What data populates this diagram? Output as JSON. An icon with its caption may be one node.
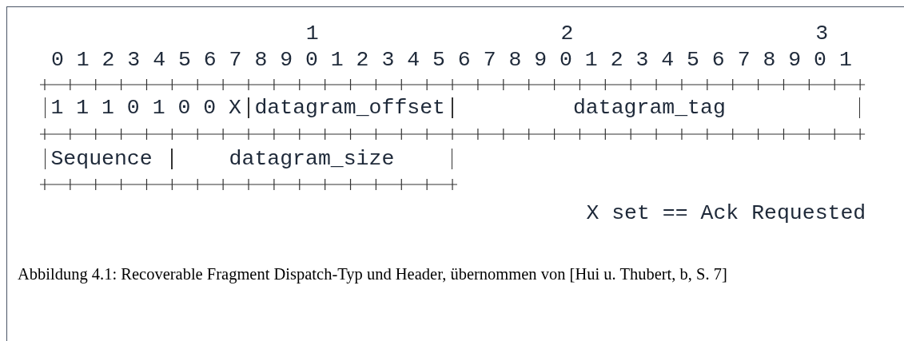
{
  "diagram": {
    "caption": "Abbildung 4.1: Recoverable Fragment Dispatch-Typ und Header, übernommen von [Hui u. Thubert, b, S. 7]",
    "nodes": [
      {
        "text": [
          "1 1 1 0 1 0 0 X"
        ]
      },
      {
        "text": [
          "datagram_offset"
        ]
      },
      {
        "text": [
          "datagram_tag"
        ]
      },
      {
        "text": [
          "Sequence"
        ]
      },
      {
        "text": [
          "datagram_size"
        ]
      }
    ],
    "labels": [
      "1",
      "2",
      "3",
      "0 1 2 3 4 5 6 7 8 9 0 1 2 3 4 5 6 7 8 9 0 1 2 3 4 5 6 7 8 9 0 1",
      "X set == Ack Requested"
    ]
  }
}
